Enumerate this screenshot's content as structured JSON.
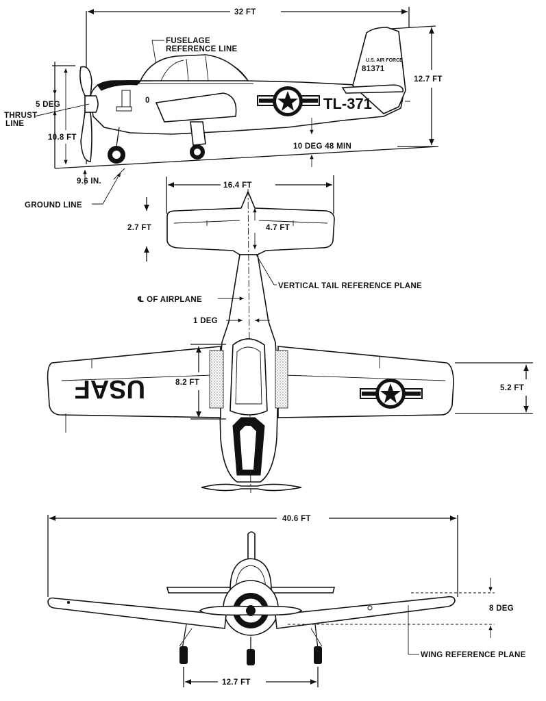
{
  "side_view": {
    "length": "32 FT",
    "fuselage_ref_line_1": "FUSELAGE",
    "fuselage_ref_line_2": "REFERENCE LINE",
    "height": "12.7 FT",
    "thrust_angle": "5 DEG",
    "thrust_line_1": "THRUST",
    "thrust_line_2": "LINE",
    "prop_height": "10.8 FT",
    "ground_angle": "10 DEG 48 MIN",
    "prop_clearance": "9.6 IN.",
    "ground_line": "GROUND LINE",
    "tail_code": "TL-371",
    "tail_serial": "81371",
    "tail_org": "U.S. AIR FORCE",
    "zero_mark": "0"
  },
  "top_view": {
    "stab_span": "16.4 FT",
    "stab_root_left": "2.7 FT",
    "stab_root_right": "4.7 FT",
    "vertical_tail_plane": "VERTICAL TAIL REFERENCE PLANE",
    "centerline": "℄ OF AIRPLANE",
    "offset_angle": "1 DEG",
    "wing_root_chord": "8.2 FT",
    "wing_tip_chord": "5.2 FT",
    "wing_marking": "USAF"
  },
  "front_view": {
    "wingspan": "40.6 FT",
    "dihedral": "8 DEG",
    "wing_ref_plane": "WING REFERENCE PLANE",
    "track": "12.7 FT"
  }
}
